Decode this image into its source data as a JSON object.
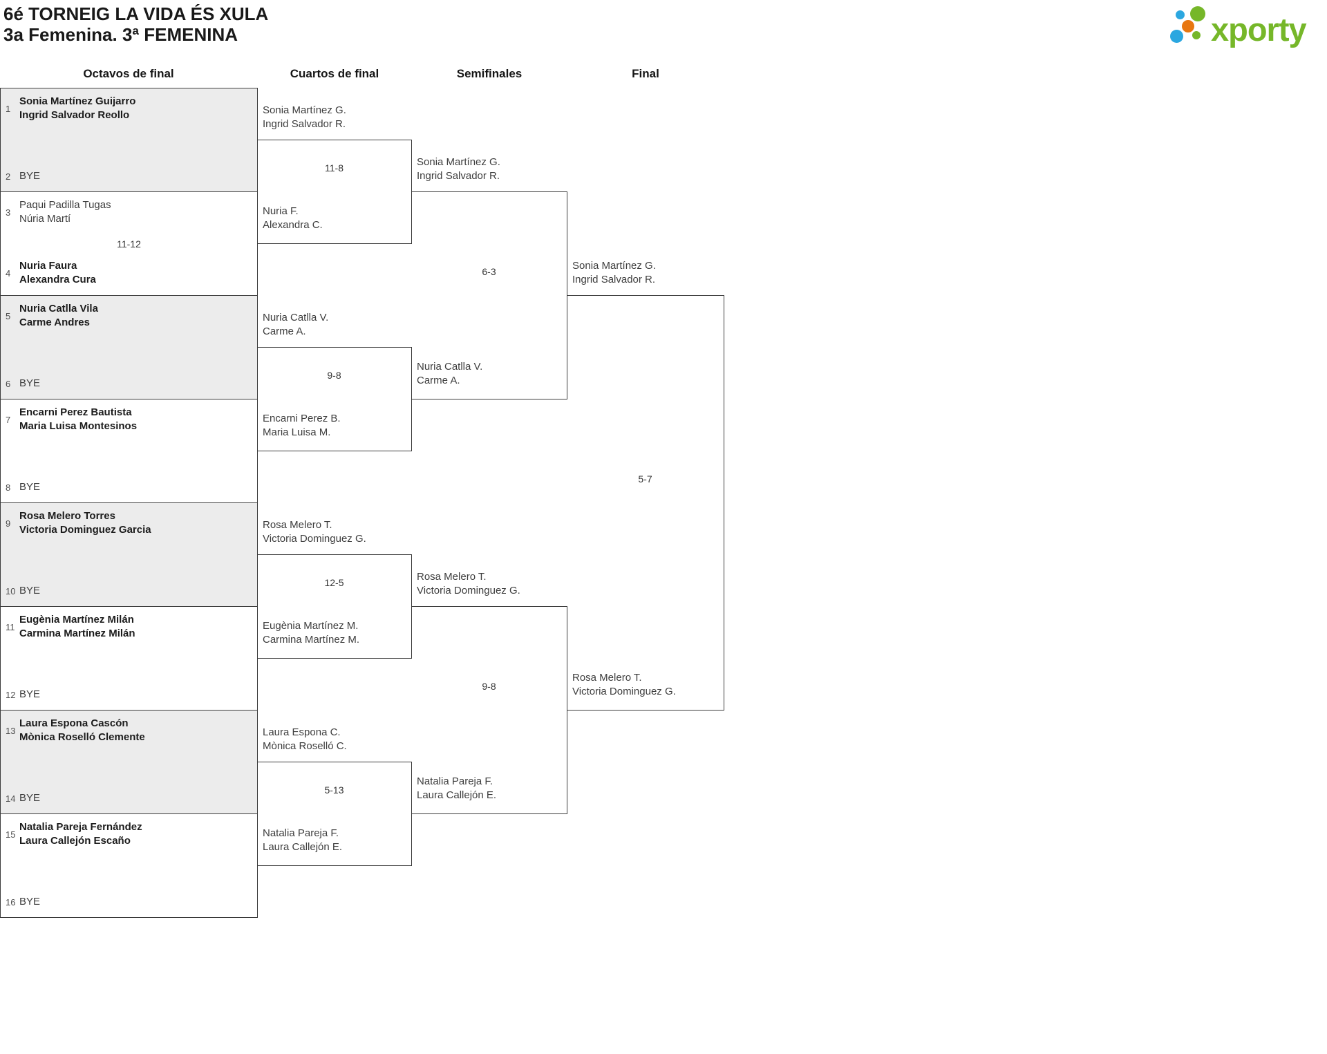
{
  "page": {
    "title_line1": "6é TORNEIG LA VIDA ÉS XULA",
    "title_line2": "3a Femenina. 3ª FEMENINA"
  },
  "logo": {
    "text": "xporty",
    "green": "#76b729",
    "blue": "#2ba7e0",
    "orange": "#e87710"
  },
  "colors": {
    "border": "#3a3a3a",
    "shaded_match": "#ececec",
    "winner_text": "#1c1c1c",
    "regular_text": "#3d3d3d"
  },
  "round_headers": [
    "Octavos de final",
    "Cuartos de final",
    "Semifinales",
    "Final"
  ],
  "rounds": [
    {
      "matches": [
        {
          "score": "",
          "shaded": true,
          "top": {
            "seed": "1",
            "lines": [
              "Sonia Martínez Guijarro",
              "Ingrid Salvador Reollo"
            ],
            "winner": true
          },
          "bottom": {
            "seed": "2",
            "lines": [
              "BYE"
            ],
            "winner": false
          }
        },
        {
          "score": "11-12",
          "shaded": false,
          "top": {
            "seed": "3",
            "lines": [
              "Paqui Padilla Tugas",
              "Núria Martí"
            ],
            "winner": false
          },
          "bottom": {
            "seed": "4",
            "lines": [
              "Nuria Faura",
              "Alexandra Cura"
            ],
            "winner": true
          }
        },
        {
          "score": "",
          "shaded": true,
          "top": {
            "seed": "5",
            "lines": [
              "Nuria Catlla Vila",
              "Carme Andres"
            ],
            "winner": true
          },
          "bottom": {
            "seed": "6",
            "lines": [
              "BYE"
            ],
            "winner": false
          }
        },
        {
          "score": "",
          "shaded": false,
          "top": {
            "seed": "7",
            "lines": [
              "Encarni Perez Bautista",
              "Maria Luisa Montesinos"
            ],
            "winner": true
          },
          "bottom": {
            "seed": "8",
            "lines": [
              "BYE"
            ],
            "winner": false
          }
        },
        {
          "score": "",
          "shaded": true,
          "top": {
            "seed": "9",
            "lines": [
              "Rosa Melero Torres",
              "Victoria Dominguez Garcia"
            ],
            "winner": true
          },
          "bottom": {
            "seed": "10",
            "lines": [
              "BYE"
            ],
            "winner": false
          }
        },
        {
          "score": "",
          "shaded": false,
          "top": {
            "seed": "11",
            "lines": [
              "Eugènia Martínez Milán",
              "Carmina Martínez Milán"
            ],
            "winner": true
          },
          "bottom": {
            "seed": "12",
            "lines": [
              "BYE"
            ],
            "winner": false
          }
        },
        {
          "score": "",
          "shaded": true,
          "top": {
            "seed": "13",
            "lines": [
              "Laura Espona Cascón",
              "Mònica Roselló Clemente"
            ],
            "winner": true
          },
          "bottom": {
            "seed": "14",
            "lines": [
              "BYE"
            ],
            "winner": false
          }
        },
        {
          "score": "",
          "shaded": false,
          "top": {
            "seed": "15",
            "lines": [
              "Natalia Pareja Fernández",
              "Laura Callejón Escaño"
            ],
            "winner": true
          },
          "bottom": {
            "seed": "16",
            "lines": [
              "BYE"
            ],
            "winner": false
          }
        }
      ]
    },
    {
      "matches": [
        {
          "score": "11-8",
          "top": {
            "lines": [
              "Sonia Martínez G.",
              "Ingrid Salvador R."
            ],
            "winner": true
          },
          "bottom": {
            "lines": [
              "Nuria F.",
              "Alexandra C."
            ],
            "winner": false
          }
        },
        {
          "score": "9-8",
          "top": {
            "lines": [
              "Nuria Catlla V.",
              "Carme A."
            ],
            "winner": true
          },
          "bottom": {
            "lines": [
              "Encarni Perez B.",
              "Maria Luisa M."
            ],
            "winner": false
          }
        },
        {
          "score": "12-5",
          "top": {
            "lines": [
              "Rosa Melero T.",
              "Victoria Dominguez G."
            ],
            "winner": true
          },
          "bottom": {
            "lines": [
              "Eugènia Martínez M.",
              "Carmina Martínez M."
            ],
            "winner": false
          }
        },
        {
          "score": "5-13",
          "top": {
            "lines": [
              "Laura Espona C.",
              "Mònica Roselló C."
            ],
            "winner": false
          },
          "bottom": {
            "lines": [
              "Natalia Pareja F.",
              "Laura Callejón E."
            ],
            "winner": true
          }
        }
      ]
    },
    {
      "matches": [
        {
          "score": "6-3",
          "top": {
            "lines": [
              "Sonia Martínez G.",
              "Ingrid Salvador R."
            ],
            "winner": true
          },
          "bottom": {
            "lines": [
              "Nuria Catlla V.",
              "Carme A."
            ],
            "winner": false
          }
        },
        {
          "score": "9-8",
          "top": {
            "lines": [
              "Rosa Melero T.",
              "Victoria Dominguez G."
            ],
            "winner": true
          },
          "bottom": {
            "lines": [
              "Natalia Pareja F.",
              "Laura Callejón E."
            ],
            "winner": false
          }
        }
      ]
    },
    {
      "matches": [
        {
          "score": "5-7",
          "top": {
            "lines": [
              "Sonia Martínez G.",
              "Ingrid Salvador R."
            ],
            "winner": false
          },
          "bottom": {
            "lines": [
              "Rosa Melero T.",
              "Victoria Dominguez G."
            ],
            "winner": true
          }
        }
      ]
    }
  ]
}
